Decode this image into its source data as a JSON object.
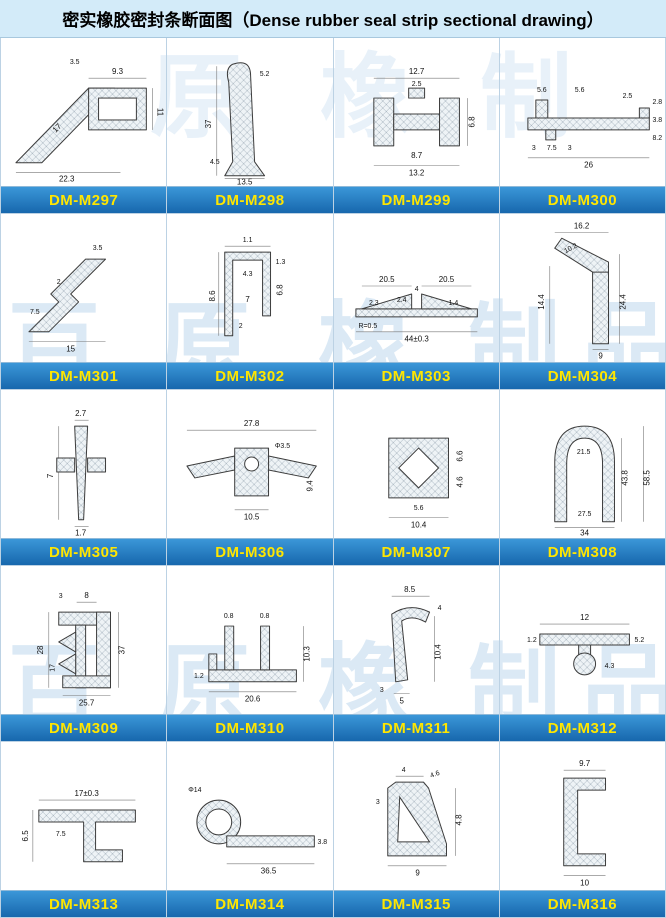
{
  "title": "密实橡胶密封条断面图（Dense rubber seal strip sectional drawing）",
  "watermark": [
    "百",
    "原",
    "橡",
    "制",
    "品"
  ],
  "colors": {
    "band_blue": "#1767ad",
    "band_text_yellow": "#ffe600",
    "title_bg": "#d3ebf9"
  },
  "cells": [
    {
      "model": "DM-M297",
      "dims": [
        "9.3",
        "3.5",
        "17",
        "11",
        "22.3"
      ]
    },
    {
      "model": "DM-M298",
      "dims": [
        "37",
        "5.2",
        "4.5",
        "13.5"
      ]
    },
    {
      "model": "DM-M299",
      "dims": [
        "12.7",
        "2.5",
        "6.8",
        "8.7",
        "13.2"
      ]
    },
    {
      "model": "DM-M300",
      "dims": [
        "5.6",
        "5.6",
        "2.5",
        "3",
        "7.5",
        "3",
        "26",
        "2.8",
        "3.8",
        "8.2"
      ]
    },
    {
      "model": "DM-M301",
      "dims": [
        "3.5",
        "2",
        "7.5",
        "15"
      ]
    },
    {
      "model": "DM-M302",
      "dims": [
        "1.1",
        "4.3",
        "1.3",
        "8.6",
        "7",
        "6.8",
        "2"
      ]
    },
    {
      "model": "DM-M303",
      "dims": [
        "20.5",
        "20.5",
        "2.3",
        "2.4",
        "4",
        "1.4",
        "R=0.5",
        "44±0.3"
      ]
    },
    {
      "model": "DM-M304",
      "dims": [
        "16.2",
        "10.2",
        "14.4",
        "9",
        "24.4"
      ]
    },
    {
      "model": "DM-M305",
      "dims": [
        "2.7",
        "7",
        "1.7"
      ]
    },
    {
      "model": "DM-M306",
      "dims": [
        "27.8",
        "Φ3.5",
        "9.4",
        "10.5"
      ]
    },
    {
      "model": "DM-M307",
      "dims": [
        "6.6",
        "4.6",
        "5.6",
        "10.4"
      ]
    },
    {
      "model": "DM-M308",
      "dims": [
        "21.5",
        "43.8",
        "27.5",
        "34",
        "58.5"
      ]
    },
    {
      "model": "DM-M309",
      "dims": [
        "8",
        "3",
        "28",
        "17",
        "25.7",
        "37"
      ]
    },
    {
      "model": "DM-M310",
      "dims": [
        "0.8",
        "0.8",
        "10.3",
        "1.2",
        "20.6"
      ]
    },
    {
      "model": "DM-M311",
      "dims": [
        "8.5",
        "4",
        "10.4",
        "3",
        "5"
      ]
    },
    {
      "model": "DM-M312",
      "dims": [
        "12",
        "1.2",
        "5.2",
        "4.3"
      ]
    },
    {
      "model": "DM-M313",
      "dims": [
        "17±0.3",
        "7.5",
        "6.5"
      ]
    },
    {
      "model": "DM-M314",
      "dims": [
        "Φ14",
        "36.5",
        "3.8"
      ]
    },
    {
      "model": "DM-M315",
      "dims": [
        "4",
        "4.6",
        "4.8",
        "3",
        "9"
      ]
    },
    {
      "model": "DM-M316",
      "dims": [
        "9.7",
        "10"
      ]
    }
  ]
}
